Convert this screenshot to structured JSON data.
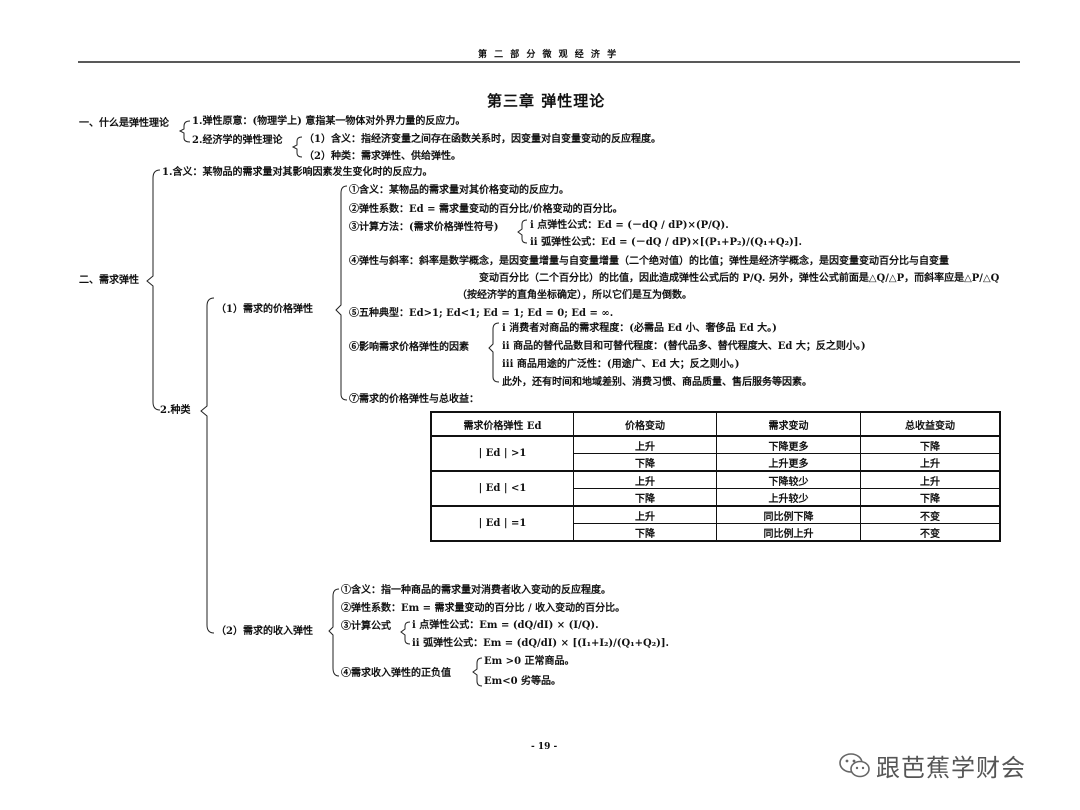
{
  "header": {
    "part": "第 二 部 分   微 观 经 济 学"
  },
  "title": "第三章    弹性理论",
  "sec1": {
    "label": "一、什么是弹性理论",
    "item1": "1.弹性原意：(物理学上) 意指某一物体对外界力量的反应力。",
    "item2": "2.经济学的弹性理论",
    "sub1": "（1）含义：指经济变量之间存在函数关系时，因变量对自变量变动的反应程度。",
    "sub2": "（2）种类：需求弹性、供给弹性。"
  },
  "sec2": {
    "label": "二、需求弹性",
    "meaning": "1.含义：某物品的需求量对其影响因素发生变化时的反应力。",
    "kinds": "2.种类",
    "price": {
      "label": "（1）需求的价格弹性",
      "p1": "①含义：某物品的需求量对其价格变动的反应力。",
      "p2": "②弹性系数：Ed = 需求量变动的百分比/价格变动的百分比。",
      "p3": "③计算方法：(需求价格弹性符号)",
      "p3i": "i 点弹性公式：Ed = (－dQ / dP)×(P/Q).",
      "p3ii": "ii 弧弹性公式：Ed = (－dQ / dP)×[(P₁+P₂)/(Q₁+Q₂)].",
      "p4a": "④弹性与斜率：斜率是数学概念，是因变量增量与自变量增量（二个绝对值）的比值；弹性是经济学概念，是因变量变动百分比与自变量",
      "p4b": "变动百分比（二个百分比）的比值，因此造成弹性公式后的 P/Q. 另外，弹性公式前面是△Q/△P，而斜率应是△P/△Q",
      "p4c": "（按经济学的直角坐标确定），所以它们是互为倒数。",
      "p5": "⑤五种典型：Ed>1; Ed<1; Ed = 1; Ed = 0; Ed = ∞.",
      "p6": "⑥影响需求价格弹性的因素",
      "p6i": "i 消费者对商品的需求程度：(必需品 Ed 小、奢侈品 Ed 大。)",
      "p6ii": "ii 商品的替代品数目和可替代程度：(替代品多、替代程度大、Ed 大；反之则小。)",
      "p6iii": "iii 商品用途的广泛性：(用途广、Ed 大；反之则小。)",
      "p6iv": "此外，还有时间和地域差别、消费习惯、商品质量、售后服务等因素。",
      "p7": "⑦需求的价格弹性与总收益："
    },
    "income": {
      "label": "（2）需求的收入弹性",
      "q1": "①含义：指一种商品的需求量对消费者收入变动的反应程度。",
      "q2": "②弹性系数：Em = 需求量变动的百分比 / 收入变动的百分比。",
      "q3": "③计算公式",
      "q3i": "i 点弹性公式：Em = (dQ/dI) × (I/Q).",
      "q3ii": "ii 弧弹性公式：Em = (dQ/dI) × [(I₁+I₂)/(Q₁+Q₂)].",
      "q4": "④需求收入弹性的正负值",
      "q4a": "Em >0  正常商品。",
      "q4b": "Em<0  劣等品。"
    }
  },
  "table": {
    "headers": [
      "需求价格弹性 Ed",
      "价格变动",
      "需求变动",
      "总收益变动"
    ],
    "groups": [
      {
        "ed": "| Ed | >1",
        "rows": [
          [
            "上升",
            "下降更多",
            "下降"
          ],
          [
            "下降",
            "上升更多",
            "上升"
          ]
        ]
      },
      {
        "ed": "| Ed | <1",
        "rows": [
          [
            "上升",
            "下降较少",
            "上升"
          ],
          [
            "下降",
            "上升较少",
            "下降"
          ]
        ]
      },
      {
        "ed": "| Ed | =1",
        "rows": [
          [
            "上升",
            "同比例下降",
            "不变"
          ],
          [
            "下降",
            "同比例上升",
            "不变"
          ]
        ]
      }
    ]
  },
  "footer": {
    "page": "- 19 -"
  },
  "watermark": {
    "text": "跟芭蕉学财会"
  }
}
